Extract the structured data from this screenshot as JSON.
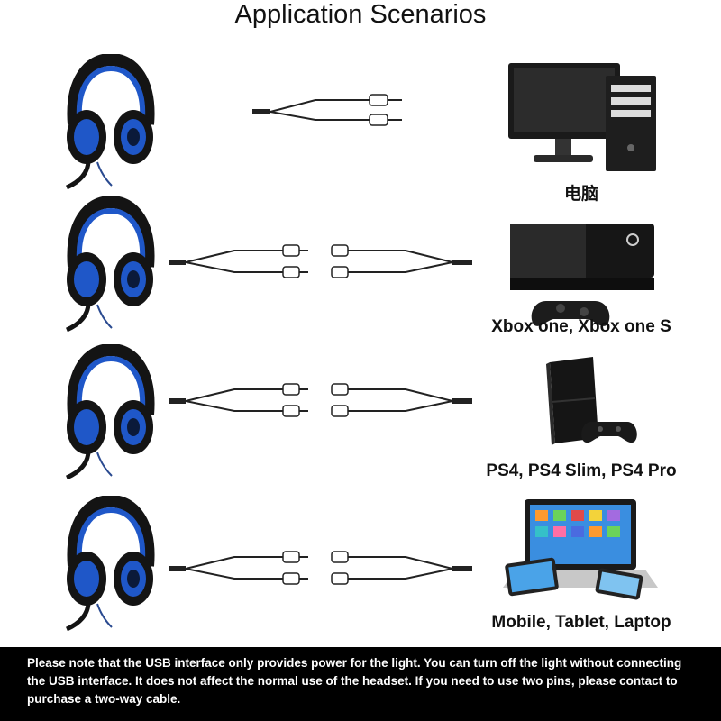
{
  "header": {
    "title": "Application Scenarios"
  },
  "scenarios": [
    {
      "label": "电脑",
      "device_icon": "desktop-computer-icon",
      "cable": "single-to-dual"
    },
    {
      "label": "Xbox one, Xbox one S",
      "device_icon": "xbox-console-icon",
      "cable": "dual-adapter"
    },
    {
      "label": "PS4, PS4 Slim, PS4 Pro",
      "device_icon": "playstation-console-icon",
      "cable": "dual-adapter"
    },
    {
      "label": "Mobile, Tablet, Laptop",
      "device_icon": "mobile-tablet-laptop-icon",
      "cable": "dual-adapter"
    }
  ],
  "notice": {
    "text": "Please note that the USB interface only provides power for the light. You can turn off the light without connecting the USB interface. It does not affect the normal use of the headset. If you need to use two pins, please contact to purchase a two-way cable."
  },
  "colors": {
    "accent": "#1f57c8",
    "shell": "#141414",
    "notice_bg": "#000000"
  }
}
